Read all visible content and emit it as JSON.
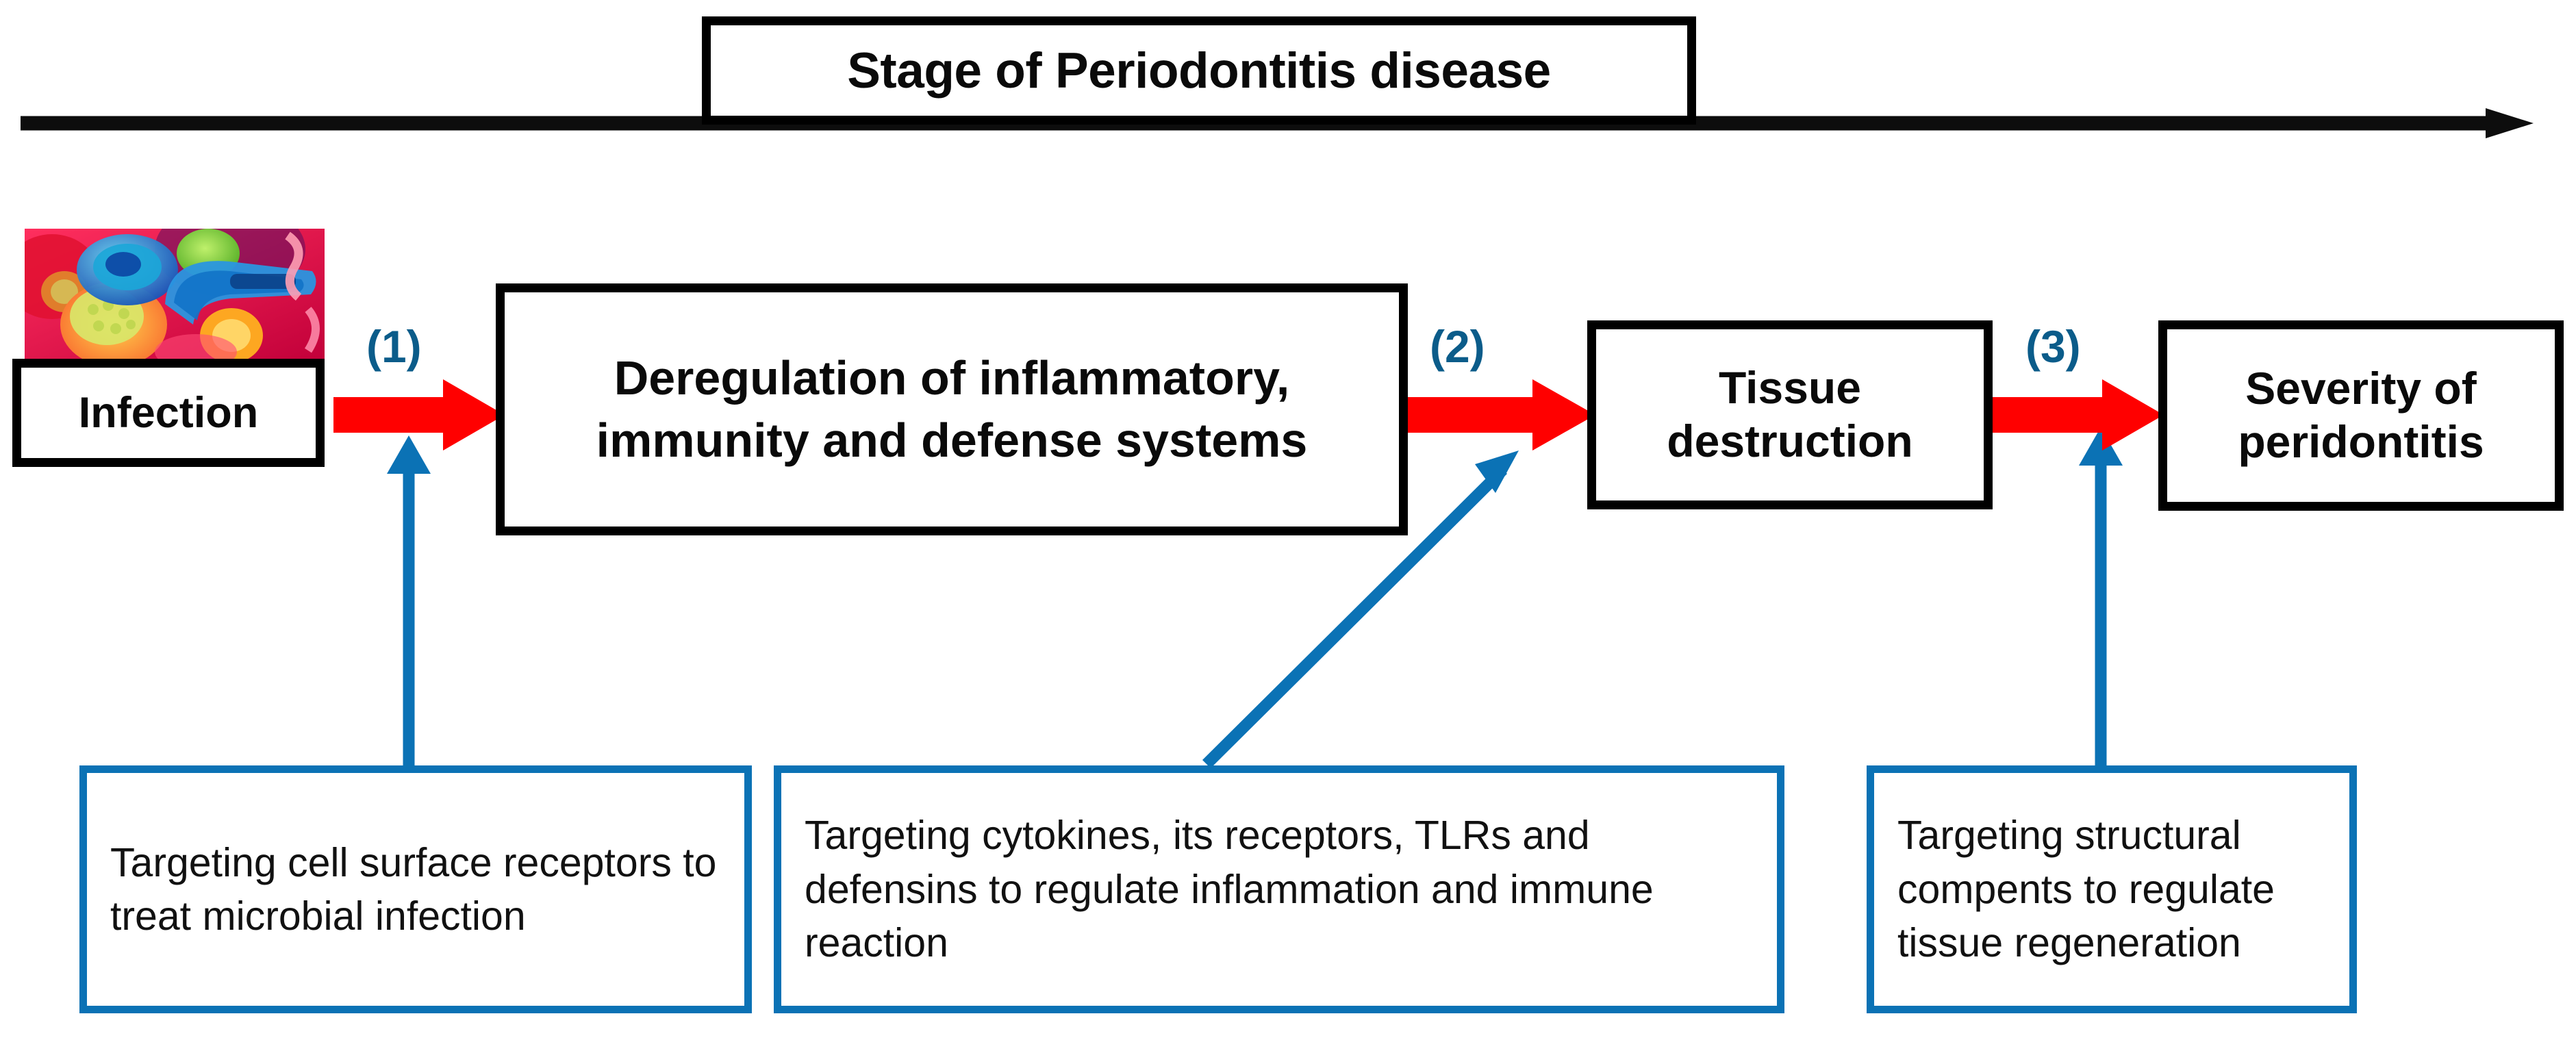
{
  "figure": {
    "title": "Stage of Periodontitis disease",
    "timeline_arrow_label": "stage-progression-arrow"
  },
  "colors": {
    "stage_border": "#000000",
    "red_arrow": "#FF0000",
    "blue_accent": "#0B72B5",
    "step_label": "#0B5C8A",
    "background": "#FFFFFF"
  },
  "stages": [
    {
      "id": "infection",
      "label": "Infection"
    },
    {
      "id": "deregulation",
      "label": "Deregulation of inflammatory, immunity and defense systems"
    },
    {
      "id": "tissue",
      "label": "Tissue destruction"
    },
    {
      "id": "severity",
      "label": "Severity of peridontitis"
    }
  ],
  "steps": [
    {
      "id": "step-1",
      "label": "(1)"
    },
    {
      "id": "step-2",
      "label": "(2)"
    },
    {
      "id": "step-3",
      "label": "(3)"
    }
  ],
  "treatments": [
    {
      "id": "treat-1",
      "text": "Targeting cell surface receptors to treat microbial infection"
    },
    {
      "id": "treat-2",
      "text": "Targeting cytokines, its receptors, TLRs and defensins to regulate inflammation and immune reaction"
    },
    {
      "id": "treat-3",
      "text": "Targeting structural compents to regulate tissue regeneration"
    }
  ],
  "icons": {
    "infection_image": "bacteria-microscopy-image"
  }
}
